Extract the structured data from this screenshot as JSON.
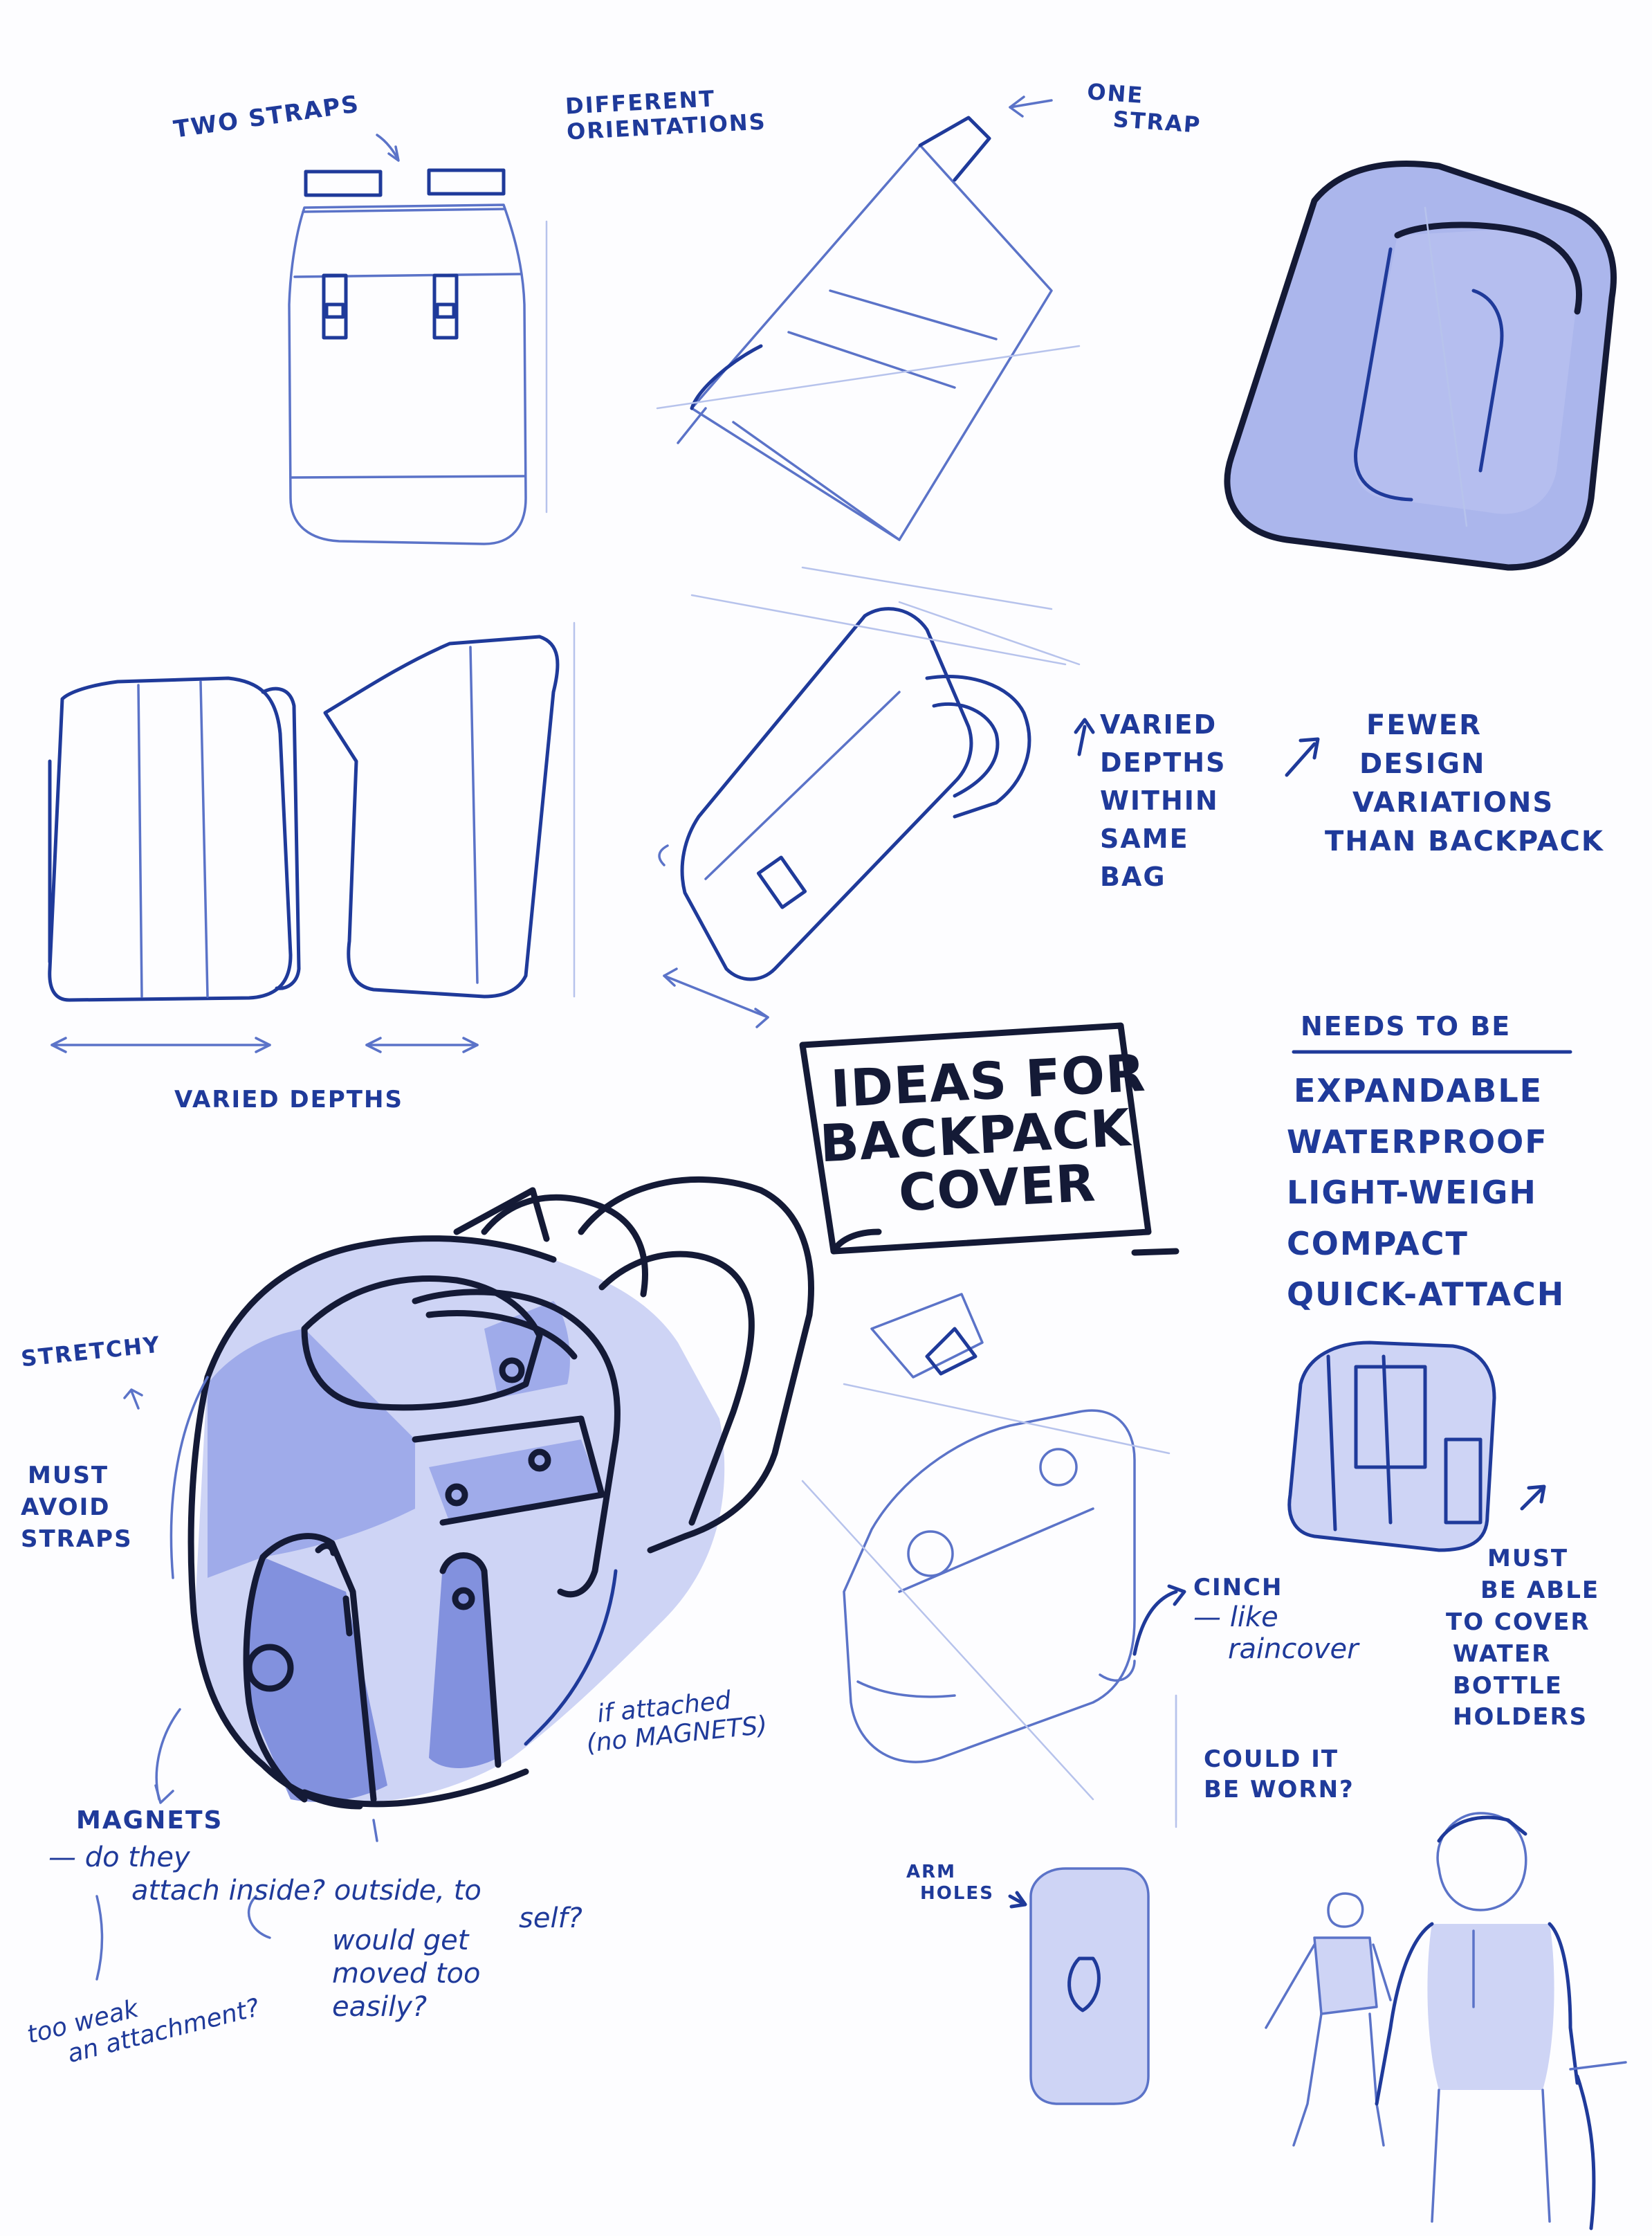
{
  "colors": {
    "ink": "#1f3a9a",
    "pencil": "#5b73c8",
    "marker": "#141a36",
    "shade": "#8f9ee6",
    "paper": "#fdfdff"
  },
  "labels": {
    "two_straps": "TWO STRAPS",
    "different_orientations": [
      "DIFFERENT",
      "ORIENTATIONS"
    ],
    "one_strap": [
      "ONE",
      "STRAP"
    ],
    "varied_depths_within": [
      "VARIED",
      "DEPTHS",
      "WITHIN",
      "SAME",
      "BAG"
    ],
    "fewer_design": [
      "FEWER",
      "DESIGN",
      "VARIATIONS",
      "THAN BACKPACK"
    ],
    "varied_depths": "VARIED DEPTHS",
    "title_box": [
      "IDEAS FOR",
      "BACKPACK",
      "COVER"
    ],
    "needs_heading": "NEEDS TO BE",
    "needs_list": [
      "EXPANDABLE",
      "WATERPROOF",
      "LIGHT-WEIGH",
      "COMPACT",
      "QUICK-ATTACH"
    ],
    "stretchy": "STRETCHY",
    "must_avoid_straps": [
      "MUST",
      "AVOID",
      "STRAPS"
    ],
    "if_attached": [
      "if attached",
      "(no MAGNETS)"
    ],
    "magnets": "MAGNETS",
    "magnets_notes": [
      "— do they",
      "attach inside? outside, to",
      "self?"
    ],
    "too_weak": [
      "too weak",
      "an attachment?"
    ],
    "would_get_moved": [
      "would get",
      "moved too",
      "easily?"
    ],
    "cinch": [
      "CINCH",
      "— like",
      "raincover"
    ],
    "could_it_be_worn": [
      "COULD IT",
      "BE WORN?"
    ],
    "must_cover": [
      "MUST",
      "BE ABLE",
      "TO COVER",
      "WATER",
      "BOTTLE",
      "HOLDERS"
    ],
    "arm_holes": [
      "ARM",
      "HOLES"
    ]
  }
}
